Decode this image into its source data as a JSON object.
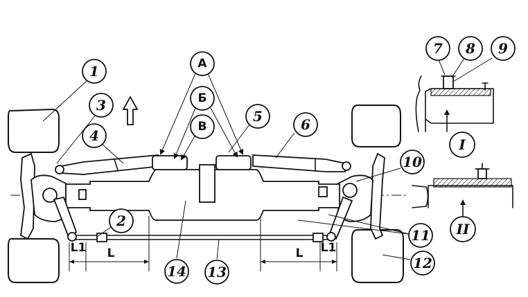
{
  "callouts": [
    "1",
    "2",
    "3",
    "4",
    "5",
    "6",
    "7",
    "8",
    "9",
    "10",
    "11",
    "12",
    "13",
    "14"
  ],
  "letter_markers": [
    "А",
    "Б",
    "В"
  ],
  "dimensions": {
    "left_L1": "L1",
    "left_L": "L",
    "right_L": "L",
    "right_L1": "L1"
  },
  "detail_views": [
    "I",
    "II"
  ]
}
